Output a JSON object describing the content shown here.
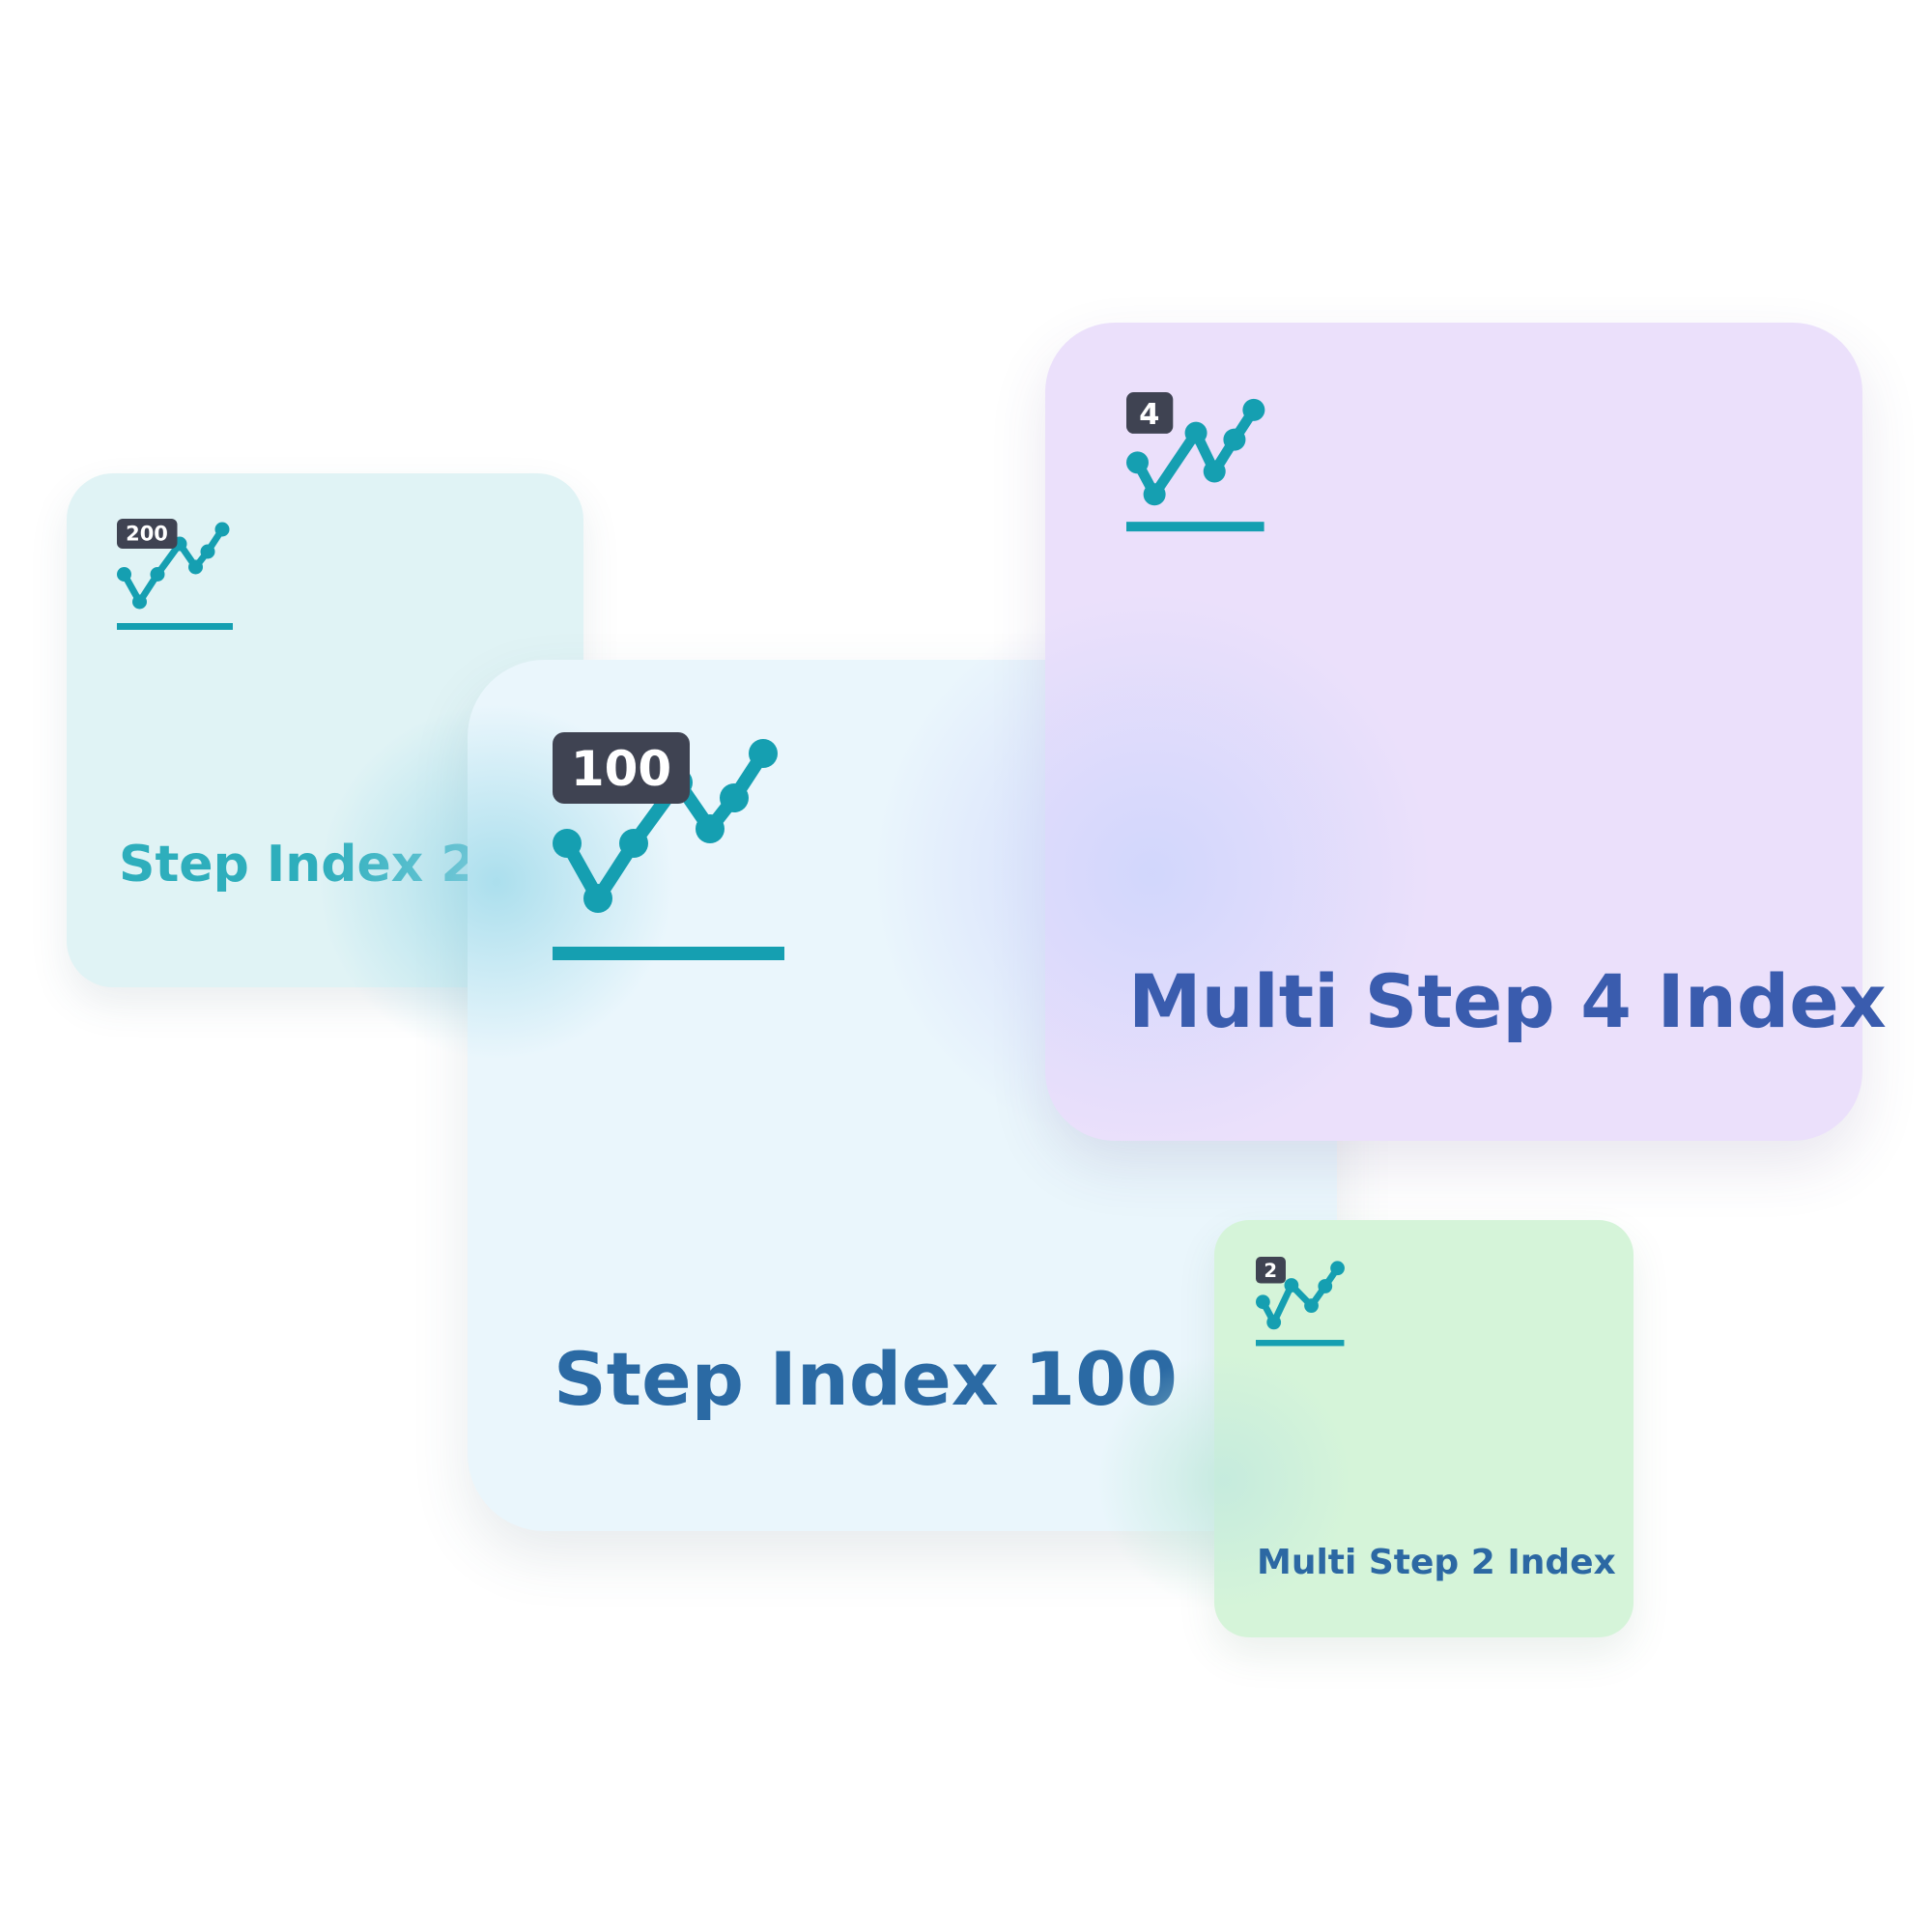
{
  "colors": {
    "icon_teal": "#159fb1",
    "badge_dark": "#3f4352"
  },
  "cards": [
    {
      "badge": "200",
      "title": "Step Index 200",
      "icon": "step-chart-icon"
    },
    {
      "badge": "100",
      "title": "Step Index 100",
      "icon": "step-chart-icon"
    },
    {
      "badge": "4",
      "title": "Multi Step 4 Index",
      "icon": "step-chart-icon"
    },
    {
      "badge": "2",
      "title": "Multi Step 2 Index",
      "icon": "step-chart-icon"
    }
  ]
}
